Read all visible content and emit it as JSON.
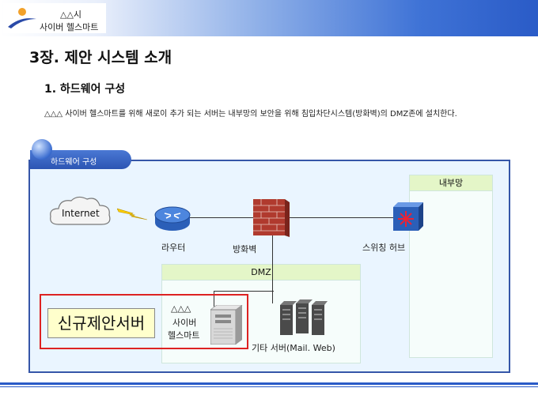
{
  "header": {
    "logo_line1": "△△시",
    "logo_line2": "사이버 헬스마트"
  },
  "chapter_title": "3장. 제안 시스템 소개",
  "section_title": "1. 하드웨어 구성",
  "description": "△△△ 사이버 헬스마트를 위해 새로이 추가 되는 서버는 내부망의 보안을 위해 침입차단시스템(방화벽)의 DMZ존에 설치한다.",
  "diagram": {
    "tab_label": "하드웨어 구성",
    "internet": "Internet",
    "router": "라우터",
    "firewall": "방화벽",
    "switch_hub": "스위칭 허브",
    "internal_net": "내부망",
    "dmz": "DMZ",
    "new_server": "신규제안서버",
    "server_name_1": "△△△",
    "server_name_2": "사이버",
    "server_name_3": "헬스마트",
    "other_servers": "기타 서버(Mail. Web)"
  },
  "colors": {
    "header_blue": "#2a5bc7",
    "diagram_border": "#3556a8",
    "new_server_frame": "#dd2222",
    "new_server_fill": "#ffffcc"
  }
}
